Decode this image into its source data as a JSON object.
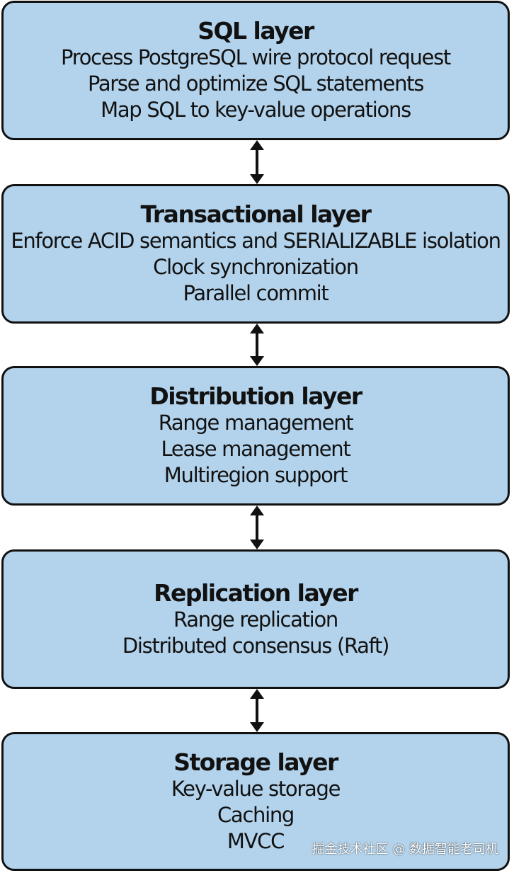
{
  "layers": [
    {
      "title": "SQL layer",
      "lines": [
        "Process PostgreSQL wire protocol request",
        "Parse and optimize SQL statements",
        "Map SQL to key-value operations"
      ]
    },
    {
      "title": "Transactional layer",
      "lines": [
        "Enforce ACID semantics and SERIALIZABLE isolation",
        "Clock synchronization",
        "Parallel commit"
      ]
    },
    {
      "title": "Distribution layer",
      "lines": [
        "Range management",
        "Lease management",
        "Multiregion support"
      ]
    },
    {
      "title": "Replication layer",
      "lines": [
        "Range replication",
        "Distributed consensus (Raft)"
      ]
    },
    {
      "title": "Storage layer",
      "lines": [
        "Key-value storage",
        "Caching",
        "MVCC"
      ]
    }
  ],
  "watermark": "掘金技术社区 @ 数据智能老司机",
  "colors": {
    "box_fill": "#b3d3ec",
    "box_border": "#111111",
    "arrow": "#111111"
  }
}
